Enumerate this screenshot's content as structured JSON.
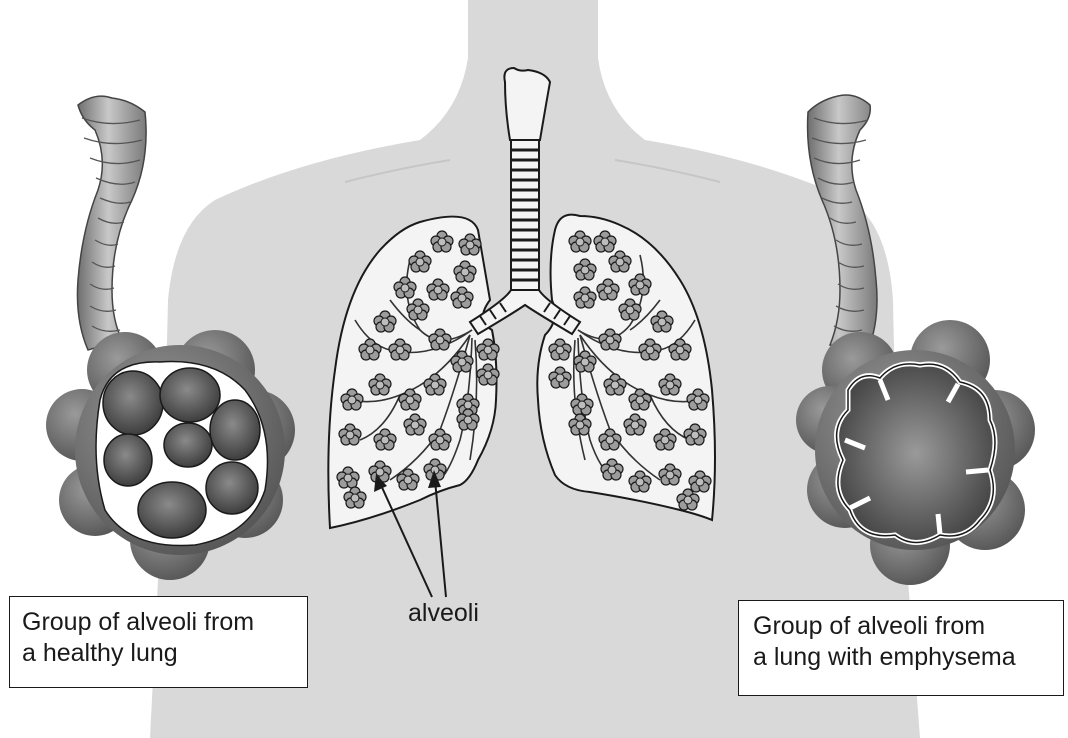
{
  "labels": {
    "alveoli": "alveoli",
    "healthy_line1": "Group of alveoli from",
    "healthy_line2": "a healthy lung",
    "emphysema_line1": "Group of alveoli from",
    "emphysema_line2": "a lung with emphysema"
  },
  "colors": {
    "body_silhouette": "#d9d9da",
    "lung_fill": "#f4f4f4",
    "outline": "#1a1a1a",
    "alveolus_dark": "#4a4a4a",
    "alveolus_mid": "#7a7a7a",
    "tube": "#a8a8a8"
  }
}
